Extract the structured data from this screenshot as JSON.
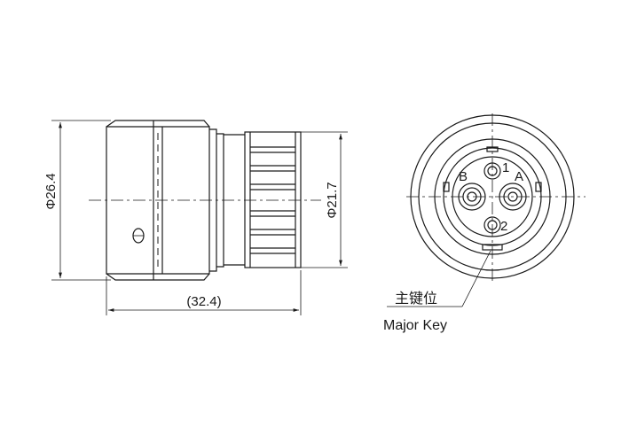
{
  "dimensions": {
    "outer_diameter": "Φ26.4",
    "nut_diameter": "Φ21.7",
    "length": "(32.4)"
  },
  "pins": {
    "a": "A",
    "b": "B",
    "one": "1",
    "two": "2"
  },
  "callout": {
    "label_cn": "主键位",
    "label_en": "Major Key"
  }
}
